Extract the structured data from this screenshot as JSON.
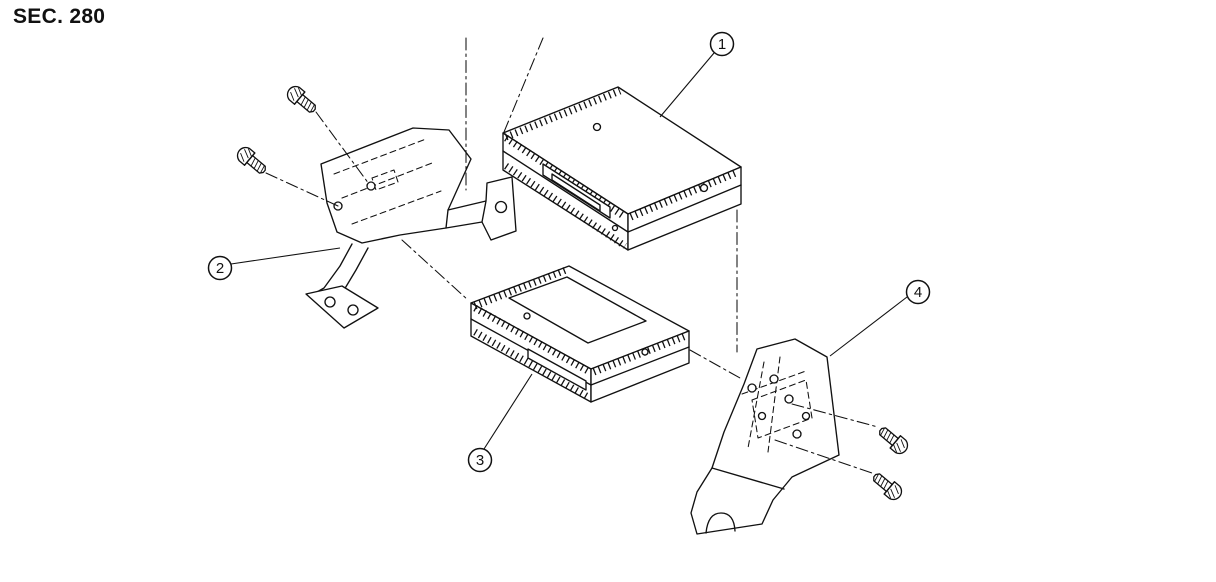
{
  "header": {
    "section_label": "SEC. 280"
  },
  "colors": {
    "background": "#ffffff",
    "line": "#111111"
  },
  "diagram": {
    "callouts": [
      {
        "num": "1"
      },
      {
        "num": "2"
      },
      {
        "num": "3"
      },
      {
        "num": "4"
      }
    ]
  }
}
